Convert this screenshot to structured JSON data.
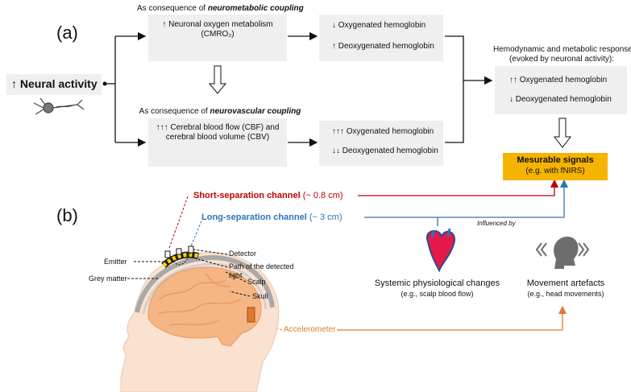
{
  "panel_a": {
    "label": "(a)",
    "neural_activity": "↑ Neural activity",
    "neurometabolic": {
      "caption_prefix": "As consequence of ",
      "caption_emph": "neurometabolic coupling",
      "line1": "↑ Neuronal oxygen metabolism",
      "line2": "(CMRO₂)"
    },
    "neurovascular": {
      "caption_prefix": "As consequence of ",
      "caption_emph": "neurovascular coupling",
      "line1": "↑↑↑ Cerebral blood flow (CBF) and",
      "line2": "cerebral blood volume (CBV)"
    },
    "metabolic_result": {
      "line1": "↓ Oxygenated hemoglobin",
      "line2": "↑ Deoxygenated hemoglobin"
    },
    "vascular_result": {
      "line1": "↑↑↑ Oxygenated hemoglobin",
      "line2": "↓↓ Deoxygenated hemoglobin"
    },
    "response": {
      "title1": "Hemodynamic  and metabolic response",
      "title2": "(evoked by neuronal activity):",
      "line1": "↑↑ Oxygenated hemoglobin",
      "line2": "↓ Deoxygenated hemoglobin"
    },
    "signals": {
      "title": "Mesurable signals",
      "sub": "(e.g. with fNIRS)",
      "color": "#f5b400"
    }
  },
  "panel_b": {
    "label": "(b)",
    "short_channel": {
      "name": "Short-separation channel",
      "value": " (~ 0.8 cm)",
      "color": "#c00000"
    },
    "long_channel": {
      "name": "Long-separation channel",
      "value": " (~ 3 cm)",
      "color": "#2e75b6"
    },
    "influenced_by": "Influenced by",
    "labels": {
      "emitter": "Emitter",
      "detector": "Detector",
      "path1": "Path of the detected",
      "path2": "light",
      "scalp": "Scalp",
      "grey_matter": "Grey matter",
      "skull": "Skull",
      "accelerometer": "Accelerometer"
    },
    "systemic": {
      "title": "Systemic physiological changes",
      "sub": "(e.g., scalp blood flow)"
    },
    "movement": {
      "title": "Movement artefacts",
      "sub": "(e.g., head movements)"
    },
    "accent_orange": "#e07a2e"
  }
}
